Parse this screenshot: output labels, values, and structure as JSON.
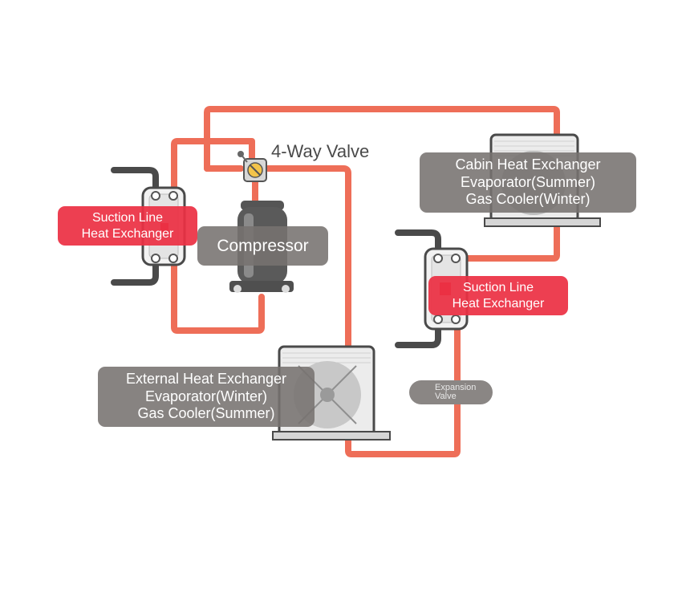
{
  "labels": {
    "four_way_valve": "4-Way Valve",
    "compressor": "Compressor",
    "suction_left": [
      "Suction Line",
      "Heat Exchanger"
    ],
    "suction_right": [
      "Suction Line",
      "Heat Exchanger"
    ],
    "cabin": [
      "Cabin Heat Exchanger",
      "Evaporator(Summer)",
      "Gas Cooler(Winter)"
    ],
    "external": [
      "External Heat Exchanger",
      "Evaporator(Winter)",
      "Gas Cooler(Summer)"
    ],
    "expansion_valve": [
      "Expansion",
      "Valve"
    ]
  },
  "icons": [
    "four-way-valve-icon",
    "compressor-icon",
    "fan-unit-icon",
    "heat-exchanger-icon",
    "expansion-valve-icon",
    "brand-logo-icon"
  ],
  "colors": {
    "pipe_hot": "#ee6e58",
    "pipe_cool": "#4a4a4a",
    "label_gray": "#767270",
    "label_red": "#ec3044"
  }
}
